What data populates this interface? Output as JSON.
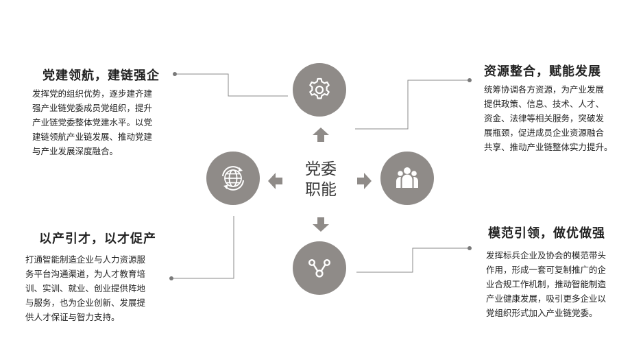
{
  "center": {
    "line1": "党委",
    "line2": "职能"
  },
  "colors": {
    "circle": "#8f8b88",
    "arrow": "#8f8b88",
    "line": "#8a8a8a"
  },
  "nodes": {
    "top": {
      "icon": "gear-icon"
    },
    "right": {
      "icon": "people-group-icon"
    },
    "bottom": {
      "icon": "network-node-icon"
    },
    "left": {
      "icon": "globe-icon"
    }
  },
  "blocks": {
    "top_left": {
      "title": "党建领航，建链强企",
      "lines": [
        "发挥党的组织优势，逐步建齐建",
        "强产业链党委成员党组织，提升",
        "产业链党委整体党建水平。以党",
        "建链领航产业链发展、推动党建",
        "与产业发展深度融合。"
      ]
    },
    "top_right": {
      "title": "资源整合，赋能发展",
      "lines": [
        "统筹协调各方资源，为产业发展",
        "提供政策、信息、技术、人才、",
        "资金、法律等相关服务，突破发",
        "展瓶颈，促进成员企业资源融合",
        "共享、推动产业链整体实力提升。"
      ]
    },
    "bottom_left": {
      "title": "以产引才，以才促产",
      "lines": [
        "打通智能制造企业与人力资源服",
        "务平台沟通渠道，为人才教育培",
        "训、实训、就业、创业提供阵地",
        "与服务，也为企业创新、发展提",
        "供人才保证与智力支持。"
      ]
    },
    "bottom_right": {
      "title": "模范引领，做优做强",
      "lines": [
        "发挥标兵企业及协会的模范带头",
        "作用，形成一套可复制推广的企",
        "业合规工作机制，推动智能制造",
        "产业健康发展，吸引更多企业以",
        "党组织形式加入产业链党委。"
      ]
    }
  }
}
